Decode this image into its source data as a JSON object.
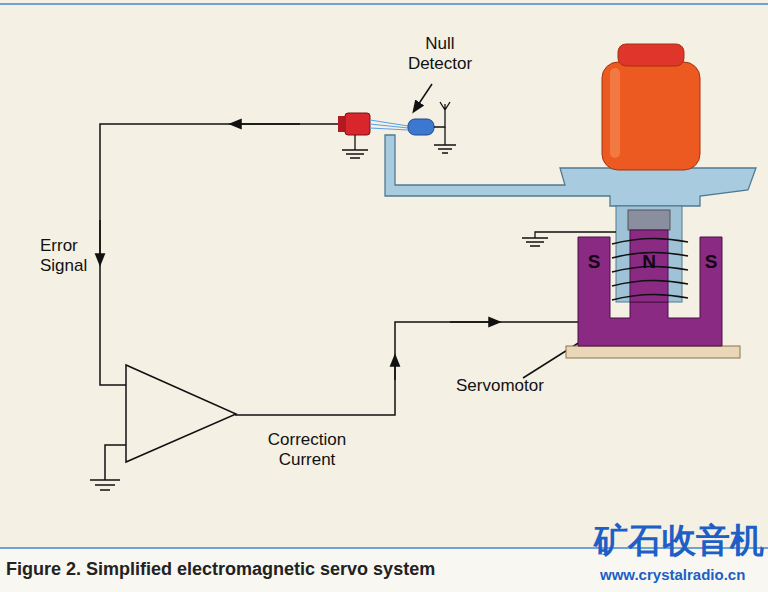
{
  "diagram": {
    "caption": "Figure 2. Simplified electromagnetic servo system",
    "nodes": [
      {
        "text": [
          "S"
        ]
      },
      {
        "text": [
          "N"
        ]
      },
      {
        "text": [
          "S"
        ]
      }
    ],
    "labels": [
      "Null Detector",
      "Error Signal",
      "Correction Current",
      "Servomotor",
      "矿石收音机",
      "www.crystalradio.cn"
    ]
  }
}
